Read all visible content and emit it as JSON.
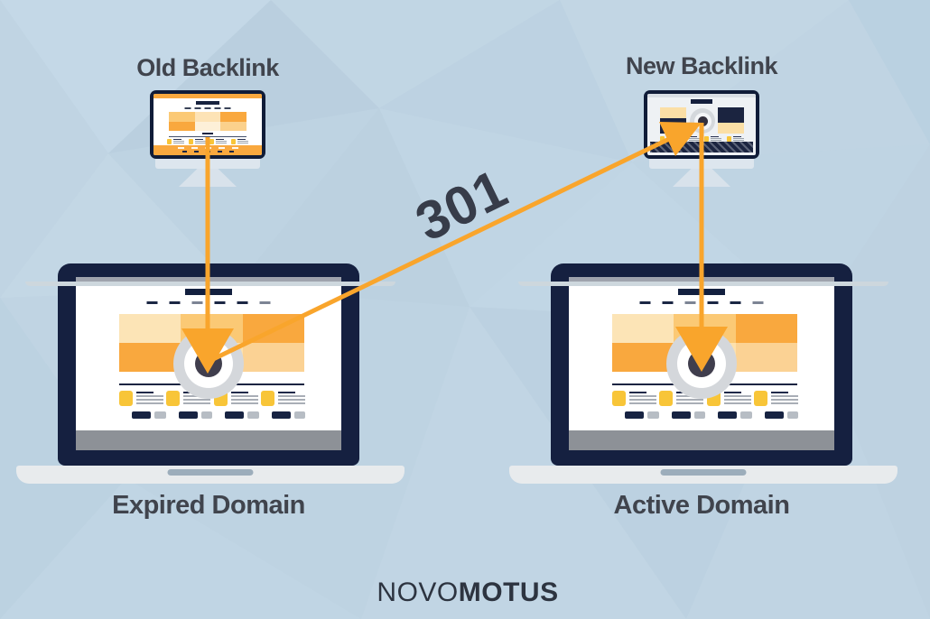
{
  "labels": {
    "old_backlink": "Old Backlink",
    "new_backlink": "New Backlink",
    "expired_domain": "Expired Domain",
    "active_domain": "Active Domain",
    "redirect_code": "301"
  },
  "brand": {
    "prefix": "NOVO",
    "suffix": "MOTUS"
  },
  "colors": {
    "background": "#bed3e2",
    "arrow_orange": "#f9a52c",
    "accent_orange": "#f9a83e",
    "accent_yellow": "#f8c538",
    "device_frame_navy": "#152040",
    "target_core_navy": "#403e4d",
    "heading_text": "#40444d",
    "brand_text": "#2d3440"
  }
}
